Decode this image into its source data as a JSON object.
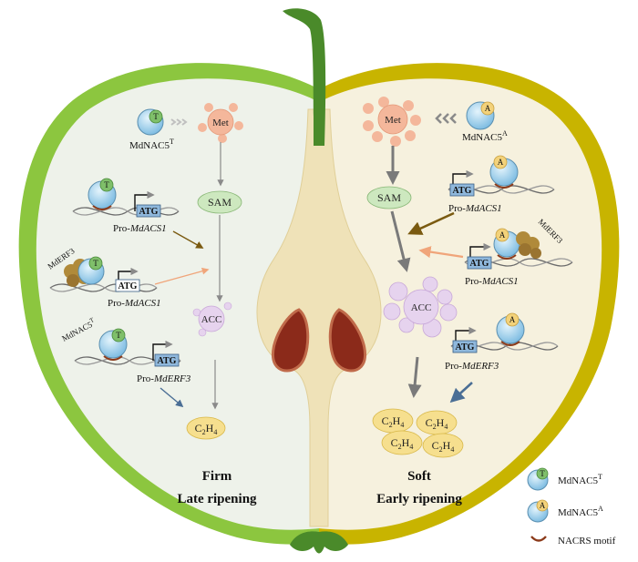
{
  "left": {
    "tf_label": "MdNAC5",
    "tf_sup": "T",
    "tf_letter": "T",
    "met": "Met",
    "sam": "SAM",
    "acc": "ACC",
    "c2h4": "C",
    "erf": "MdERF3",
    "promoter1_prefix": "Pro-",
    "promoter1_gene": "MdACS1",
    "promoter2_prefix": "Pro-",
    "promoter2_gene": "MdACS1",
    "promoter3_prefix": "Pro-",
    "promoter3_gene": "MdERF3",
    "nac_label": "MdNAC5",
    "nac_sup": "T",
    "title1": "Firm",
    "title2": "Late ripening"
  },
  "right": {
    "tf_label": "MdNAC5",
    "tf_sup": "A",
    "tf_letter": "A",
    "met": "Met",
    "sam": "SAM",
    "acc": "ACC",
    "erf": "MdERF3",
    "promoter1_prefix": "Pro-",
    "promoter1_gene": "MdACS1",
    "promoter2_prefix": "Pro-",
    "promoter2_gene": "MdACS1",
    "promoter3_prefix": "Pro-",
    "promoter3_gene": "MdERF3",
    "title1": "Soft",
    "title2": "Early ripening"
  },
  "atg": "ATG",
  "c2h4": {
    "c": "C",
    "sub2": "2",
    "h": "H",
    "sub4": "4"
  },
  "legend": {
    "item1_label": "MdNAC5",
    "item1_sup": "T",
    "item1_letter": "T",
    "item2_label": "MdNAC5",
    "item2_sup": "A",
    "item2_letter": "A",
    "item3_label": "NACRS motif"
  },
  "colors": {
    "peel_left": "#8cc63f",
    "peel_right": "#c8b400",
    "flesh_left": "#eef2ea",
    "flesh_right": "#f6f1de",
    "core": "#efe2b8",
    "seed": "#8b2a1a",
    "stem": "#4a8a2a",
    "sam": "#cde8bf",
    "met": "#f4b79b",
    "acc": "#e6d3ee",
    "ethylene": "#f6df8e",
    "tf_body": "#9dd0ec",
    "tf_t": "#7fbf6a",
    "tf_a": "#f3d27a",
    "erf": "#b08a3a",
    "arrow_gray": "#8a8a8a",
    "arrow_brown": "#7a5a10",
    "arrow_salmon": "#f0a57a",
    "arrow_blue": "#4a6e95"
  }
}
